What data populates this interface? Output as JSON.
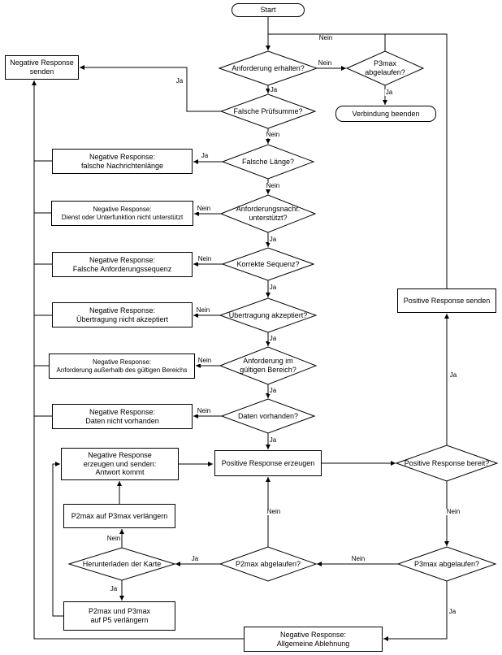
{
  "diagram": {
    "lbl": {
      "ja": "Ja",
      "nein": "Nein"
    },
    "nodes": {
      "start": "Start",
      "negative_response_senden": "Negative Response\nsenden",
      "anforderung_erhalten": "Anforderung erhalten?",
      "p3max_abgelaufen_top": "P3max\nabgelaufen?",
      "verbindung_beenden": "Verbindung beenden",
      "falsche_pruefsumme": "Falsche Prüfsumme?",
      "falsche_laenge": "Falsche Länge?",
      "nr_falsche_nachrichtenlaenge": "Negative Response:\nfalsche Nachrichtenlänge",
      "anforderungsnachr_unterstuetzt": "Anforderungsnachr.\nunterstützt?",
      "nr_dienst_nicht_unterstuetzt": "Negative Response:\nDienst oder Unterfunktion nicht unterstützt",
      "korrekte_sequenz": "Korrekte Sequenz?",
      "nr_falsche_anforderungssequenz": "Negative Response:\nFalsche Anforderungssequenz",
      "uebertragung_akzeptiert": "Übertragung akzeptiert?",
      "nr_uebertragung_nicht_akzeptiert": "Negative Response:\nÜbertragung nicht akzeptiert",
      "anforderung_im_gueltigen_bereich": "Anforderung im\ngültigen Bereich?",
      "nr_ausserhalb_bereich": "Negative Response:\nAnforderung außerhalb des gültigen Bereichs",
      "daten_vorhanden": "Daten vorhanden?",
      "nr_daten_nicht_vorhanden": "Negative Response:\nDaten nicht vorhanden",
      "positive_response_erzeugen": "Positive Response erzeugen",
      "positive_response_bereit": "Positive Response bereit?",
      "positive_response_senden": "Positive Response senden",
      "nr_erzeugen_antwort_kommt": "Negative Response\nerzeugen und senden:\nAntwort kommt",
      "p2max_auf_p3max": "P2max auf P3max verlängern",
      "herunterladen_der_karte": "Herunterladen der Karte",
      "p2max_p3max_auf_p5": "P2max und P3max\nauf P5 verlängern",
      "p2max_abgelaufen": "P2max abgelaufen?",
      "p3max_abgelaufen_bottom": "P3max abgelaufen?",
      "nr_allgemeine_ablehnung": "Negative Response:\nAllgemeine Ablehnung"
    }
  }
}
